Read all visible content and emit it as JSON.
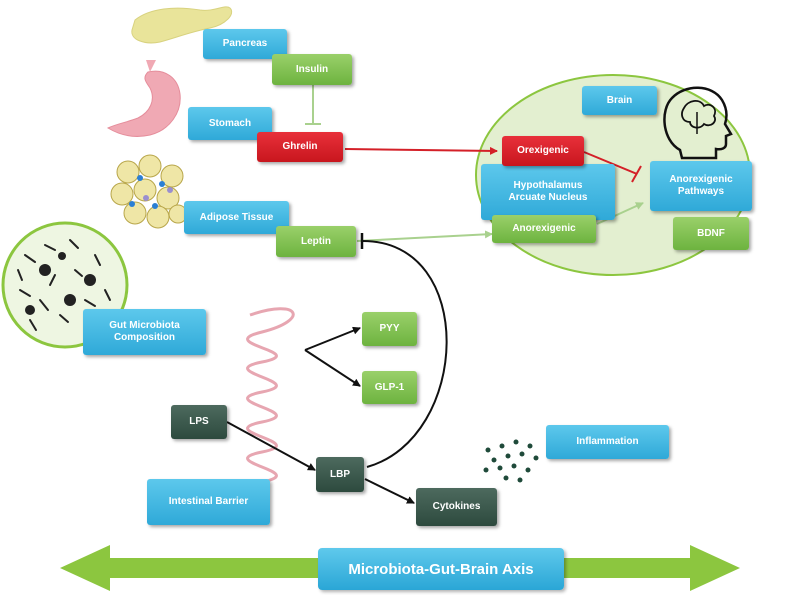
{
  "organs": {
    "pancreas": "Pancreas",
    "stomach": "Stomach",
    "adipose": "Adipose Tissue",
    "gut_microbiota": "Gut Microbiota Composition",
    "intestinal_barrier": "Intestinal Barrier"
  },
  "hormones": {
    "insulin": "Insulin",
    "ghrelin": "Ghrelin",
    "leptin": "Leptin",
    "pyy": "PYY",
    "glp1": "GLP-1",
    "lps": "LPS",
    "lbp": "LBP",
    "cytokines": "Cytokines",
    "inflammation": "Inflammation"
  },
  "brain": {
    "title": "Brain",
    "orexigenic": "Orexigenic",
    "hypothalamus": "Hypothalamus Arcuate Nucleus",
    "anorexigenic": "Anorexigenic",
    "anorexigenic_pathways": "Anorexigenic Pathways",
    "bdnf": "BDNF"
  },
  "axis": {
    "label": "Microbiota-Gut-Brain Axis"
  },
  "colors": {
    "blue_box": "#2fa9d8",
    "green_box": "#6db33f",
    "red_box": "#c8161e",
    "dark_box": "#2d4a3e",
    "inhibit_arrow": "#d42028",
    "stimulate_arrow": "#a9d18e",
    "axis_arrow": "#8cc63f",
    "brain_circle": "#e3efd0"
  }
}
